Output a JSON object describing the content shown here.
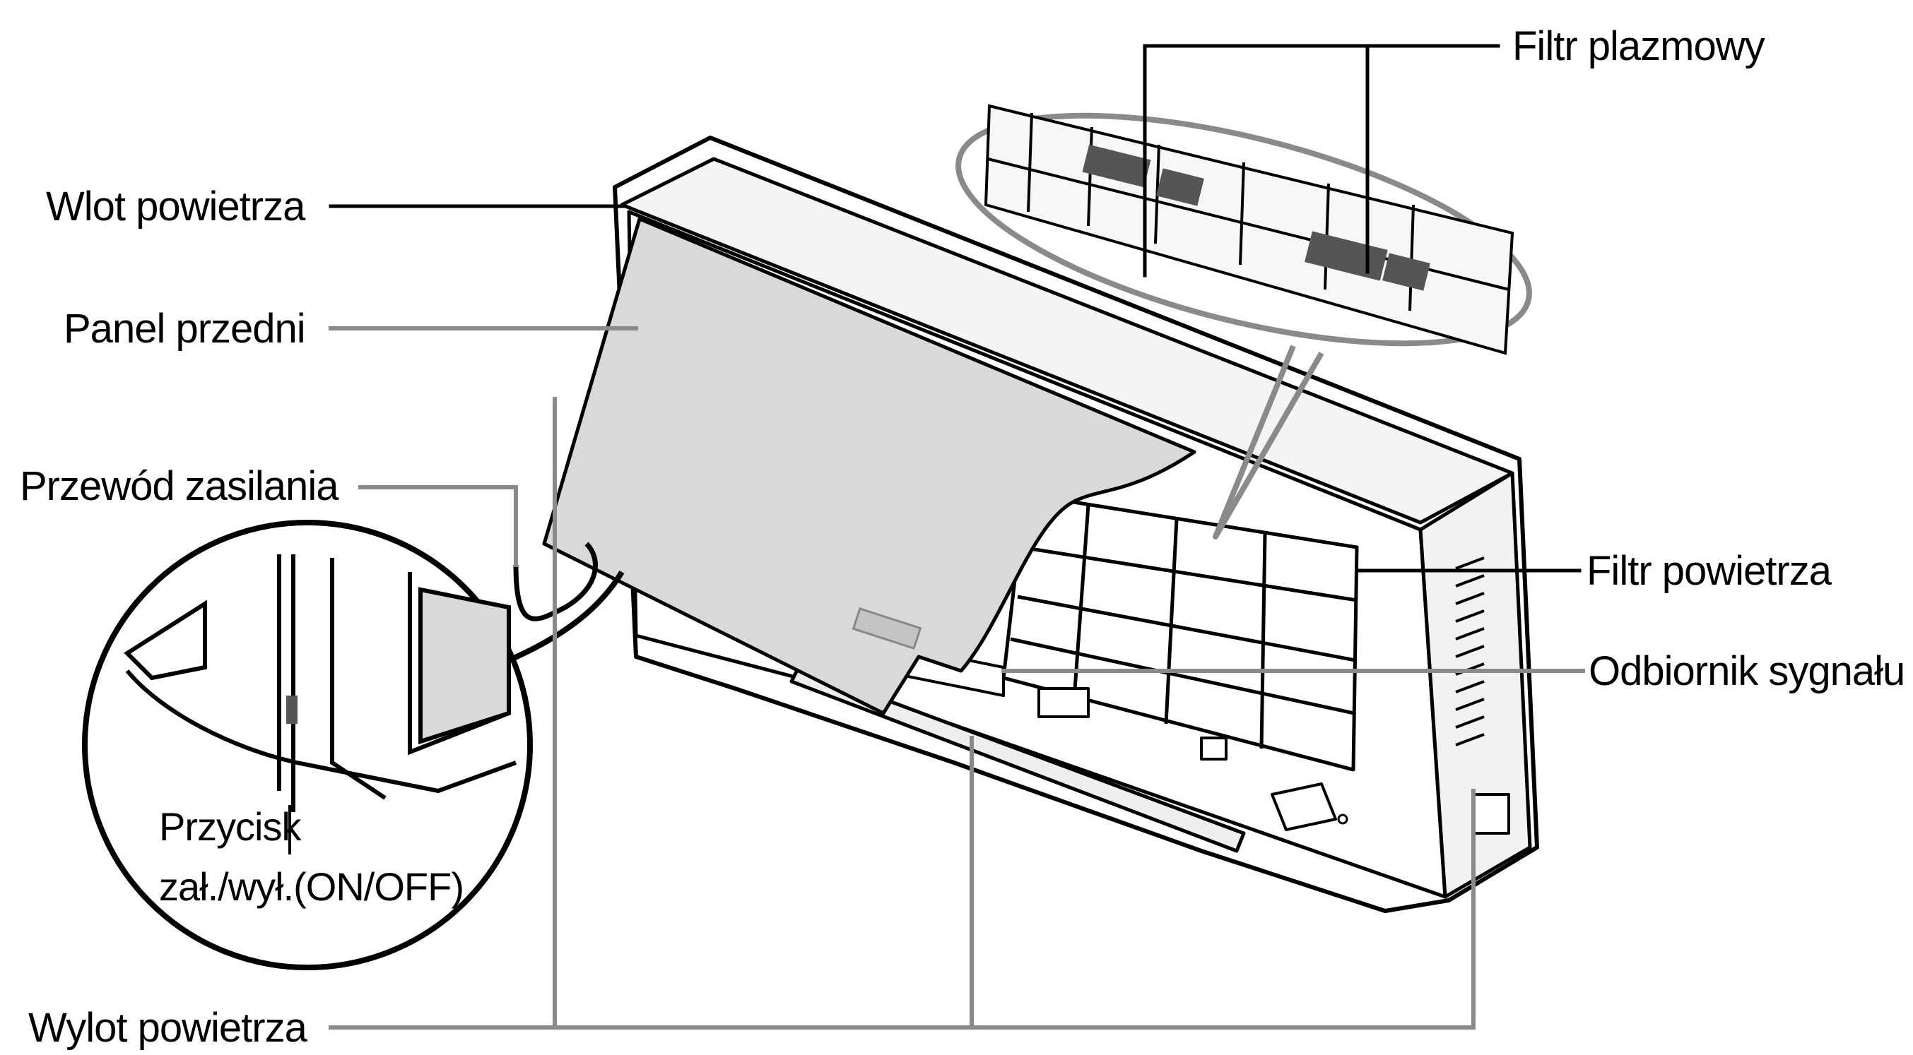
{
  "labels": {
    "plasma_filter": "Filtr plazmowy",
    "air_inlet": "Wlot powietrza",
    "front_panel": "Panel przedni",
    "power_cord": "Przewód zasilania",
    "air_filter": "Filtr powietrza",
    "signal_receiver": "Odbiornik sygnału",
    "onoff_button_line1": "Przycisk",
    "onoff_button_line2": "zał./wył.(ON/OFF)",
    "air_outlet": "Wylot powietrza"
  },
  "colors": {
    "line": "#000000",
    "leader_gray": "#8a8a8a",
    "panel_fill": "#d9d9d9",
    "unit_fill": "#ffffff",
    "grille_dark": "#555555"
  }
}
